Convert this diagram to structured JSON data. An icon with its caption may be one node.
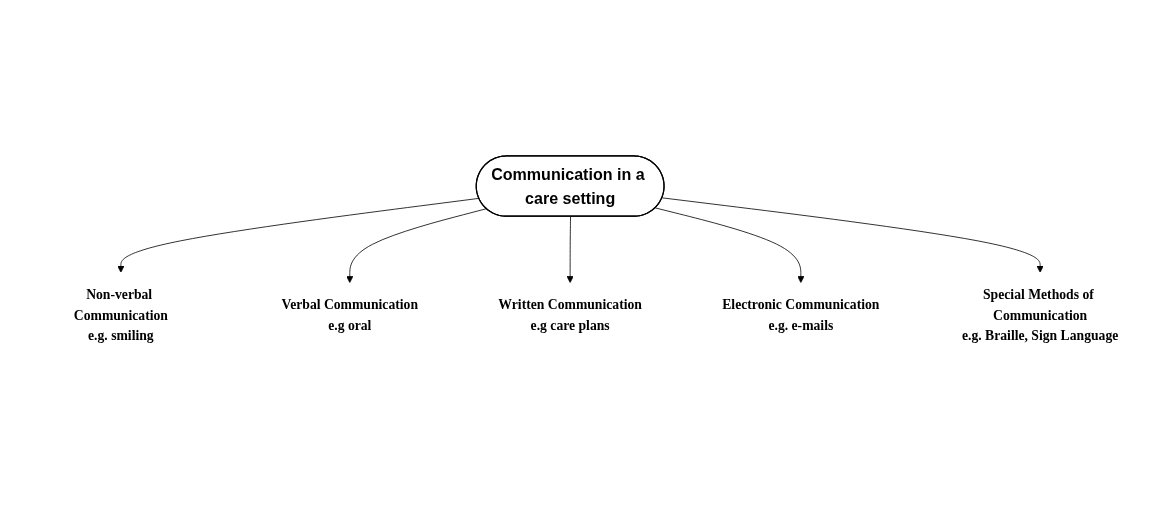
{
  "diagram": {
    "nodes": [
      {
        "text": [
          "Communication in a care setting"
        ]
      },
      {
        "text": [
          "Non-verbal Communication",
          "e.g. smiling"
        ]
      },
      {
        "text": [
          "Verbal Communication",
          "e.g oral"
        ]
      },
      {
        "text": [
          "Written Communication",
          "e.g care plans"
        ]
      },
      {
        "text": [
          "Electronic Communication",
          "e.g. e-mails"
        ]
      },
      {
        "text": [
          "Special Methods of Communication",
          "e.g. Braille, Sign Language"
        ]
      }
    ],
    "edges": [
      {
        "from": 0,
        "to": 1,
        "arrow": "to"
      },
      {
        "from": 0,
        "to": 2,
        "arrow": "to"
      },
      {
        "from": 0,
        "to": 3,
        "arrow": "to"
      },
      {
        "from": 0,
        "to": 4,
        "arrow": "to"
      },
      {
        "from": 0,
        "to": 5,
        "arrow": "to"
      }
    ]
  }
}
